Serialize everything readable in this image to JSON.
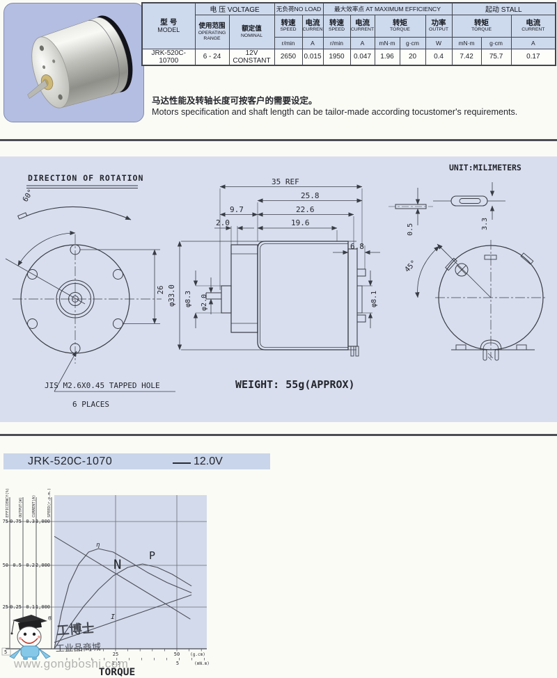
{
  "spec_table": {
    "model_header": {
      "zh": "型 号",
      "en": "MODEL"
    },
    "group_voltage": "电 压 VOLTAGE",
    "group_noload": "无负荷NO LOAD",
    "group_maxeff": "最大效率点 AT MAXIMUM EFFICIENCY",
    "group_stall": "起动  STALL",
    "operating": {
      "zh": "使用范围",
      "en1": "OPERATING",
      "en2": "RANGE"
    },
    "nominal": {
      "zh": "额定值",
      "en": "NOMINAL"
    },
    "speed": {
      "zh": "转速",
      "en": "SPEED"
    },
    "current": {
      "zh": "电流",
      "en": "CURRENT"
    },
    "torque": {
      "zh": "转矩",
      "en": "TORQUE"
    },
    "output": {
      "zh": "功率",
      "en": "OUTPUT"
    },
    "units": {
      "rpm": "r/min",
      "amp": "A",
      "mnm": "mN·m",
      "gcm": "g·cm",
      "watt": "W"
    },
    "data": {
      "model": "JRK-520C-10700",
      "range": "6 - 24",
      "nominal": "12V CONSTANT",
      "nl_speed": "2650",
      "nl_current": "0.015",
      "me_speed": "1950",
      "me_current": "0.047",
      "me_torque_mnm": "1.96",
      "me_torque_gcm": "20",
      "me_output": "0.4",
      "st_torque_mnm": "7.42",
      "st_torque_gcm": "75.7",
      "st_current": "0.17"
    }
  },
  "notes": {
    "zh": "马达性能及转轴长度可按客户的需要设定。",
    "en": "Motors specification and shaft length can be tailor-made according tocustomer's requirements."
  },
  "drawing": {
    "rotation_title": "DIRECTION OF ROTATION",
    "unit_note": "UNIT:MILIMETERS",
    "weight": "WEIGHT: 55g(APPROX)",
    "tapped_hole": "JIS M2.6X0.45 TAPPED HOLE",
    "places": "6 PLACES",
    "angle60": "60°",
    "dim26": "26",
    "dim35": "35 REF",
    "dim258": "25.8",
    "dim97": "9.7",
    "dim226": "22.6",
    "dim20": "2.0",
    "dim196": "19.6",
    "dim68": "6.8",
    "dia33": "φ33.0",
    "dia83": "φ8.3",
    "dia2": "φ2.0",
    "dia81": "φ8.1",
    "dim05": "0.5",
    "dim33mm": "3.3",
    "angle45": "45°"
  },
  "chart": {
    "banner_title": "JRK-520C-1070",
    "banner_voltage": "12.0V"
  },
  "chart_data": {
    "type": "line",
    "title": "JRK-520C-1070",
    "subtitle": "12.0V",
    "xlabel": "TORQUE",
    "x_axis": {
      "primary_unit": "(g.cm)",
      "primary_ticks": [
        "25",
        "50"
      ],
      "secondary_unit": "(mN.m)",
      "secondary_ticks": [
        "2.5",
        "5"
      ],
      "gcm_range": [
        0,
        62
      ]
    },
    "y_axes": [
      {
        "label": "EFFICIENCY(%)",
        "scale": "pct",
        "top_grid_value": 75,
        "ticks": [
          "75",
          "50",
          "25"
        ]
      },
      {
        "label": "OUTPUT(W)",
        "scale": "W",
        "top_grid_value": 0.75,
        "ticks": [
          "0.75",
          "0.5",
          "0.25"
        ]
      },
      {
        "label": "CURRENT(A)",
        "scale": "A",
        "top_grid_value": 0.3,
        "ticks": [
          "0.3",
          "0.2",
          "0.1"
        ]
      },
      {
        "label": "SPEED(r.p.m.)",
        "scale": "rpm",
        "top_grid_value": 3000,
        "ticks": [
          "3,000",
          "2,000",
          "1,000"
        ]
      }
    ],
    "grid": true,
    "series": [
      {
        "name": "N",
        "scale": "rpm",
        "points": [
          [
            0,
            2650
          ],
          [
            14,
            2160
          ],
          [
            28,
            1670
          ],
          [
            42,
            1180
          ],
          [
            55.5,
            700
          ]
        ]
      },
      {
        "name": "I",
        "scale": "A",
        "points": [
          [
            0,
            0.015
          ],
          [
            56,
            0.127
          ]
        ]
      },
      {
        "name": "η",
        "scale": "pct",
        "points": [
          [
            0,
            0
          ],
          [
            3,
            22
          ],
          [
            6,
            38
          ],
          [
            10,
            50
          ],
          [
            14,
            57
          ],
          [
            18,
            59
          ],
          [
            24,
            57
          ],
          [
            30,
            52
          ],
          [
            38,
            45
          ],
          [
            46,
            39
          ],
          [
            56,
            33
          ]
        ]
      },
      {
        "name": "P",
        "scale": "W",
        "points": [
          [
            0,
            0
          ],
          [
            6,
            0.13
          ],
          [
            12,
            0.25
          ],
          [
            18,
            0.35
          ],
          [
            24,
            0.43
          ],
          [
            30,
            0.48
          ],
          [
            36,
            0.5
          ],
          [
            42,
            0.48
          ],
          [
            48,
            0.44
          ],
          [
            56,
            0.37
          ]
        ]
      }
    ]
  },
  "watermark": {
    "site": "www.gongboshi.com",
    "reg": "®",
    "cn_line1": "工博士",
    "cn_line2": "工业品商城",
    "corner": "5"
  }
}
